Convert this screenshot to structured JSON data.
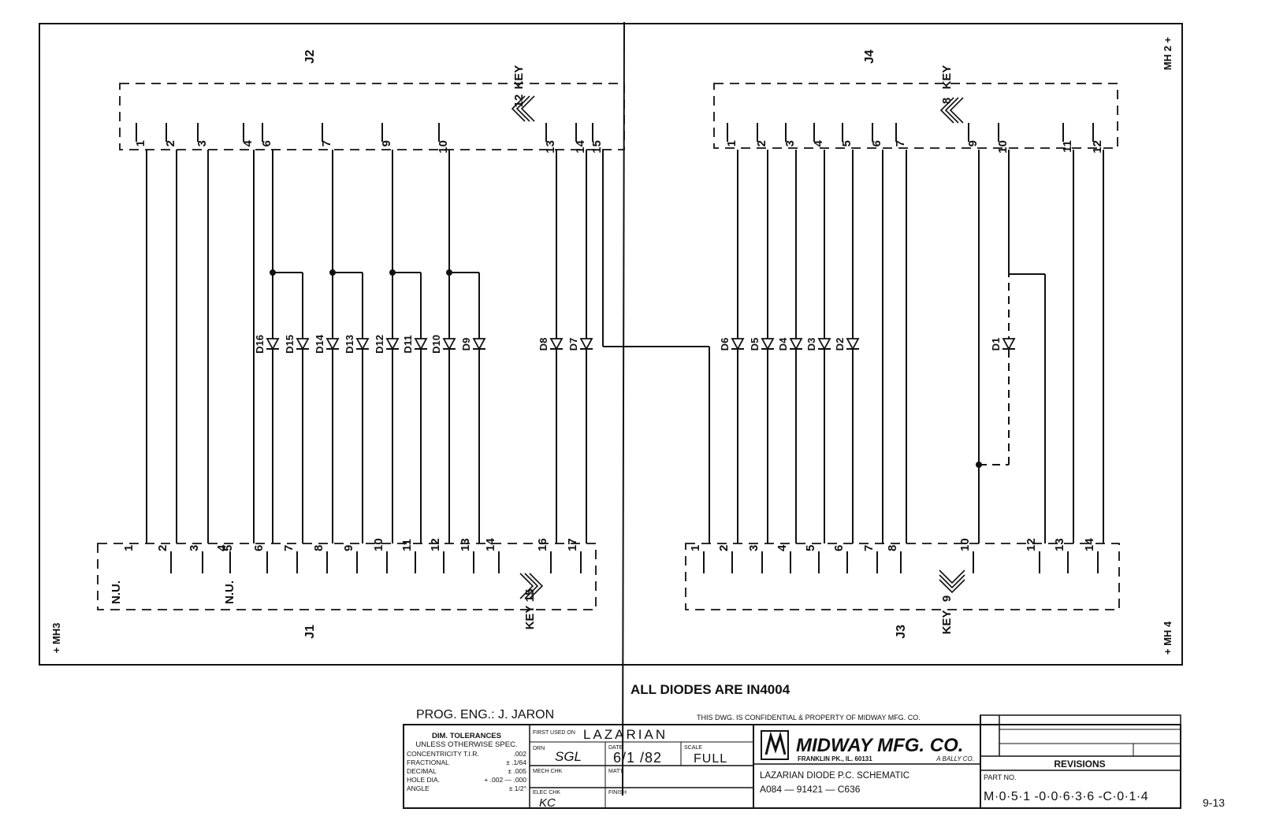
{
  "connectors": {
    "j2": {
      "name": "J2",
      "key": "KEY",
      "key_pin": "12",
      "pins": [
        "1",
        "2",
        "3",
        "4",
        "6",
        "7",
        "9",
        "10",
        "13",
        "14",
        "15"
      ]
    },
    "j4": {
      "name": "J4",
      "key": "KEY",
      "key_pin": "8",
      "pins": [
        "1",
        "2",
        "3",
        "4",
        "5",
        "6",
        "7",
        "9",
        "10",
        "11",
        "12"
      ]
    },
    "j1": {
      "name": "J1",
      "key": "KEY",
      "key_pin": "15",
      "nu": "N.U.",
      "pins": [
        "1",
        "2",
        "3",
        "4",
        "5",
        "6",
        "7",
        "8",
        "9",
        "10",
        "11",
        "12",
        "13",
        "14",
        "16",
        "17"
      ]
    },
    "j3": {
      "name": "J3",
      "key": "KEY",
      "key_pin": "9",
      "pins": [
        "1",
        "2",
        "3",
        "4",
        "5",
        "6",
        "7",
        "8",
        "10",
        "12",
        "13",
        "14"
      ]
    }
  },
  "diodes_left": [
    "D16",
    "D15",
    "D14",
    "D13",
    "D12",
    "D11",
    "D10",
    "D9",
    "D8",
    "D7"
  ],
  "diodes_right": [
    "D6",
    "D5",
    "D4",
    "D3",
    "D2",
    "D1"
  ],
  "mounting_holes": {
    "mh1": "+ MH3",
    "mh2": "MH 2 +",
    "mh4": "+ MH 4"
  },
  "note": "ALL DIODES ARE  IN4004",
  "title_block": {
    "prog_eng": "PROG. ENG.: J. JARON",
    "confidential": "THIS DWG. IS CONFIDENTIAL & PROPERTY OF MIDWAY MFG. CO.",
    "tolerances_title": "DIM. TOLERANCES",
    "tolerances_sub": "UNLESS OTHERWISE SPEC.",
    "tolerances": [
      {
        "label": "CONCENTRICITY T.I.R.",
        "value": ".002"
      },
      {
        "label": "FRACTIONAL",
        "value": "± .1/64"
      },
      {
        "label": "DECIMAL",
        "value": "± .005"
      },
      {
        "label": "HOLE DIA.",
        "value": "+ .002 — .000"
      },
      {
        "label": "ANGLE",
        "value": "± 1/2°"
      }
    ],
    "first_used_label": "FIRST USED ON",
    "first_used": "LAZARIAN",
    "drn_label": "DRN",
    "drn": "SGL",
    "date_label": "DATE",
    "date": "6/1 /82",
    "scale_label": "SCALE",
    "scale": "FULL",
    "mech_chk_label": "MECH CHK",
    "matl_label": "MAT'L",
    "elec_chk_label": "ELEC CHK",
    "elec_chk": "KC",
    "finish_label": "FINISH",
    "company": "MIDWAY MFG. CO.",
    "company_addr": "FRANKLIN PK., IL. 60131",
    "company_sub": "A BALLY CO.",
    "drawing_title": "LAZARIAN DIODE P.C. SCHEMATIC",
    "drawing_no": "A084 — 91421 — C636",
    "revisions": "REVISIONS",
    "part_no_label": "PART NO.",
    "part_no": "M·0·5·1 -0·0·6·3·6 -C·0·1·4",
    "page": "9-13"
  }
}
